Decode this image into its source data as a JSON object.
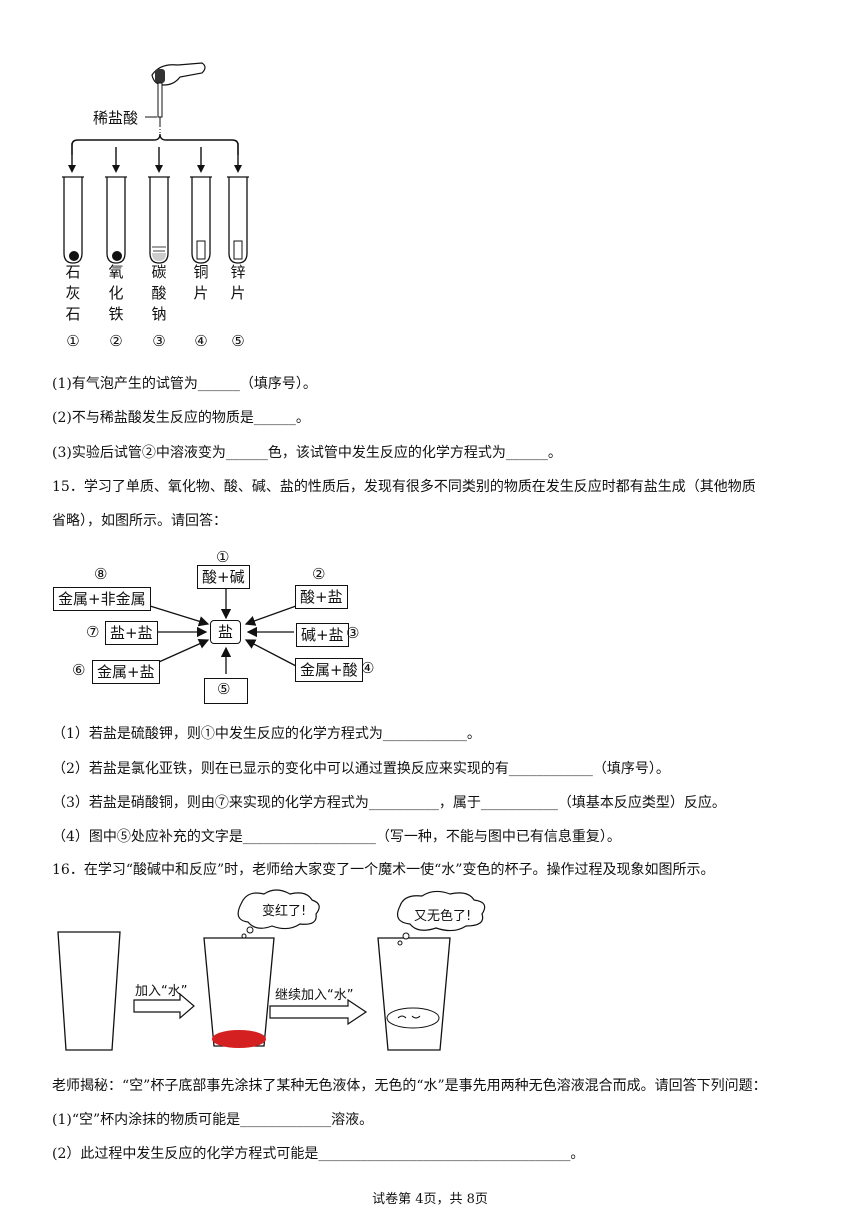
{
  "fig14": {
    "acid_label": "稀盐酸",
    "tubes": [
      {
        "label": [
          "石",
          "灰",
          "石"
        ],
        "num": "①"
      },
      {
        "label": [
          "氧",
          "化",
          "铁"
        ],
        "num": "②"
      },
      {
        "label": [
          "碳",
          "酸",
          "钠"
        ],
        "num": "③"
      },
      {
        "label": [
          "铜",
          "片"
        ],
        "num": "④"
      },
      {
        "label": [
          "锌",
          "片"
        ],
        "num": "⑤"
      }
    ]
  },
  "q14": {
    "l1": "(1)有气泡产生的试管为______（填序号）。",
    "l2": "(2)不与稀盐酸发生反应的物质是______。",
    "l3": "(3)实验后试管②中溶液变为______色，该试管中发生反应的化学方程式为______。"
  },
  "q15": {
    "stem1": "15．学习了单质、氧化物、酸、碱、盐的性质后，发现有很多不同类别的物质在发生反应时都有盐生成（其他物质",
    "stem2": "省略），如图所示。请回答：",
    "diagram": {
      "center": "盐",
      "n1": "①",
      "b1": "酸+碱",
      "n2": "②",
      "b2": "酸+盐",
      "n3": "③",
      "b3": "碱+盐",
      "n4": "④",
      "b4": "金属+酸",
      "n5": "⑤",
      "n6": "⑥",
      "b6": "金属+盐",
      "n7": "⑦",
      "b7": "盐+盐",
      "n8": "⑧",
      "b8": "金属+非金属"
    },
    "l1": "（1）若盐是硫酸钾，则①中发生反应的化学方程式为____________。",
    "l2": "（2）若盐是氯化亚铁，则在已显示的变化中可以通过置换反应来实现的有____________（填序号）。",
    "l3": "（3）若盐是硝酸铜，则由⑦来实现的化学方程式为__________，属于___________（填基本反应类型）反应。",
    "l4": "（4）图中⑤处应补充的文字是___________________（写一种，不能与图中已有信息重复）。"
  },
  "q16": {
    "stem": "16．在学习“酸碱中和反应”时，老师给大家变了一个魔术一使“水”变色的杯子。操作过程及现象如图所示。",
    "bubble1": "变红了!",
    "bubble2": "又无色了!",
    "arrow1": "加入“水”",
    "arrow2": "继续加入“水”",
    "reveal": "老师揭秘：“空”杯子底部事先涂抹了某种无色液体，无色的“水”是事先用两种无色溶液混合而成。请回答下列问题：",
    "l1": "(1)“空”杯内涂抹的物质可能是_____________溶液。",
    "l2": "(2）此过程中发生反应的化学方程式可能是____________________________________。"
  },
  "footer": "试卷第 4页，共 8页",
  "colors": {
    "red_liquid": "#d42020"
  }
}
